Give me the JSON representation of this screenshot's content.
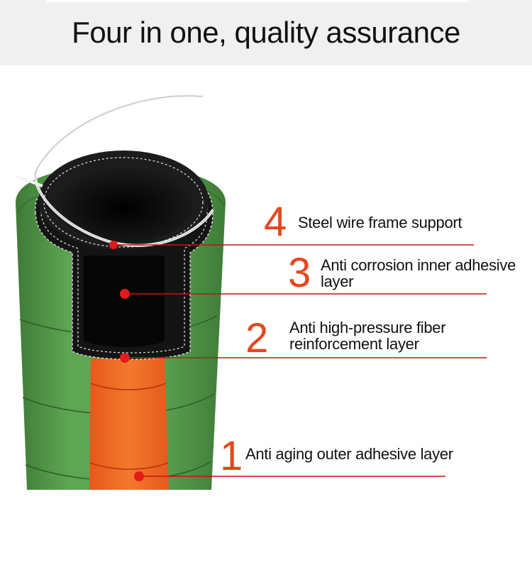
{
  "header": {
    "title": "Four in one, quality assurance"
  },
  "colors": {
    "outer_green": "#5a9e50",
    "fiber_orange": "#f06a22",
    "inner_black": "#0c0c0c",
    "accent_red": "#e8461f",
    "leader_line": "#cc1111"
  },
  "layers": [
    {
      "number": "4",
      "label": "Steel wire frame support"
    },
    {
      "number": "3",
      "label": "Anti corrosion inner adhesive layer"
    },
    {
      "number": "2",
      "label": "Anti high-pressure fiber reinforcement layer"
    },
    {
      "number": "1",
      "label": "Anti aging outer adhesive layer"
    }
  ]
}
